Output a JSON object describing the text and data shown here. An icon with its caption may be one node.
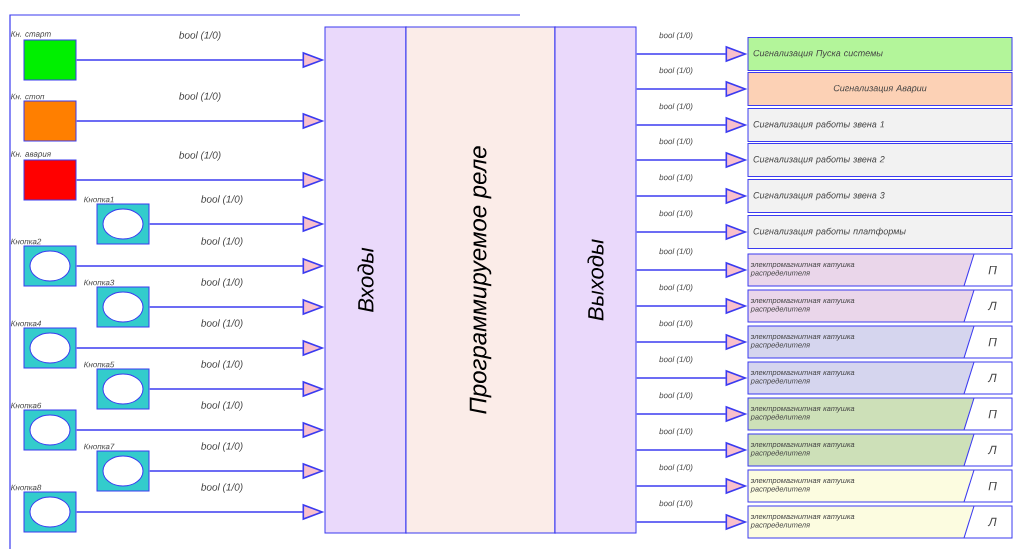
{
  "diagram": {
    "nodes": [
      {
        "text": [
          "Кн. старт"
        ]
      },
      {
        "text": [
          "Кн. стоп"
        ]
      },
      {
        "text": [
          "Кн. авария"
        ]
      },
      {
        "text": [
          "Кнопка1"
        ]
      },
      {
        "text": [
          "Кнопка2"
        ]
      },
      {
        "text": [
          "Кнопка3"
        ]
      },
      {
        "text": [
          "Кнопка4"
        ]
      },
      {
        "text": [
          "Кнопка5"
        ]
      },
      {
        "text": [
          "Кнопка6"
        ]
      },
      {
        "text": [
          "Кнопка7"
        ]
      },
      {
        "text": [
          "Кнопка8"
        ]
      },
      {
        "text": [
          "Входы"
        ]
      },
      {
        "text": [
          "Программируемое реле"
        ]
      },
      {
        "text": [
          "Выходы"
        ]
      },
      {
        "text": [
          "Сигнализация Пуска системы"
        ]
      },
      {
        "text": [
          "Сигнализация Аварии"
        ]
      },
      {
        "text": [
          "Сигнализация работы звена 1"
        ]
      },
      {
        "text": [
          "Сигнализация работы звена 2"
        ]
      },
      {
        "text": [
          "Сигнализация работы звена 3"
        ]
      },
      {
        "text": [
          "Сигнализация работы платформы"
        ]
      },
      {
        "text": [
          "электромагнитная катушка распределителя",
          "П"
        ]
      },
      {
        "text": [
          "электромагнитная катушка распределителя",
          "Л"
        ]
      },
      {
        "text": [
          "электромагнитная катушка распределителя",
          "П"
        ]
      },
      {
        "text": [
          "электромагнитная катушка распределителя",
          "Л"
        ]
      },
      {
        "text": [
          "электромагнитная катушка распределителя",
          "П"
        ]
      },
      {
        "text": [
          "электромагнитная катушка распределителя",
          "Л"
        ]
      },
      {
        "text": [
          "электромагнитная катушка распределителя",
          "П"
        ]
      },
      {
        "text": [
          "электромагнитная катушка распределителя",
          "Л"
        ]
      }
    ],
    "edges": [
      {
        "from": 0,
        "to": 11,
        "arrow": "to",
        "label": "bool (1/0)"
      },
      {
        "from": 1,
        "to": 11,
        "arrow": "to",
        "label": "bool (1/0)"
      },
      {
        "from": 2,
        "to": 11,
        "arrow": "to",
        "label": "bool (1/0)"
      },
      {
        "from": 3,
        "to": 11,
        "arrow": "to",
        "label": "bool (1/0)"
      },
      {
        "from": 4,
        "to": 11,
        "arrow": "to",
        "label": "bool (1/0)"
      },
      {
        "from": 5,
        "to": 11,
        "arrow": "to",
        "label": "bool (1/0)"
      },
      {
        "from": 6,
        "to": 11,
        "arrow": "to",
        "label": "bool (1/0)"
      },
      {
        "from": 7,
        "to": 11,
        "arrow": "to",
        "label": "bool (1/0)"
      },
      {
        "from": 8,
        "to": 11,
        "arrow": "to",
        "label": "bool (1/0)"
      },
      {
        "from": 9,
        "to": 11,
        "arrow": "to",
        "label": "bool (1/0)"
      },
      {
        "from": 10,
        "to": 11,
        "arrow": "to",
        "label": "bool (1/0)"
      },
      {
        "from": 13,
        "to": 14,
        "arrow": "to",
        "label": "bool (1/0)"
      },
      {
        "from": 13,
        "to": 15,
        "arrow": "to",
        "label": "bool (1/0)"
      },
      {
        "from": 13,
        "to": 16,
        "arrow": "to",
        "label": "bool (1/0)"
      },
      {
        "from": 13,
        "to": 17,
        "arrow": "to",
        "label": "bool (1/0)"
      },
      {
        "from": 13,
        "to": 18,
        "arrow": "to",
        "label": "bool (1/0)"
      },
      {
        "from": 13,
        "to": 19,
        "arrow": "to",
        "label": "bool (1/0)"
      },
      {
        "from": 13,
        "to": 20,
        "arrow": "to",
        "label": "bool (1/0)"
      },
      {
        "from": 13,
        "to": 21,
        "arrow": "to",
        "label": "bool (1/0)"
      },
      {
        "from": 13,
        "to": 22,
        "arrow": "to",
        "label": "bool (1/0)"
      },
      {
        "from": 13,
        "to": 23,
        "arrow": "to",
        "label": "bool (1/0)"
      },
      {
        "from": 13,
        "to": 24,
        "arrow": "to",
        "label": "bool (1/0)"
      },
      {
        "from": 13,
        "to": 25,
        "arrow": "to",
        "label": "bool (1/0)"
      },
      {
        "from": 13,
        "to": 26,
        "arrow": "to",
        "label": "bool (1/0)"
      },
      {
        "from": 13,
        "to": 27,
        "arrow": "to",
        "label": "bool (1/0)"
      }
    ]
  }
}
